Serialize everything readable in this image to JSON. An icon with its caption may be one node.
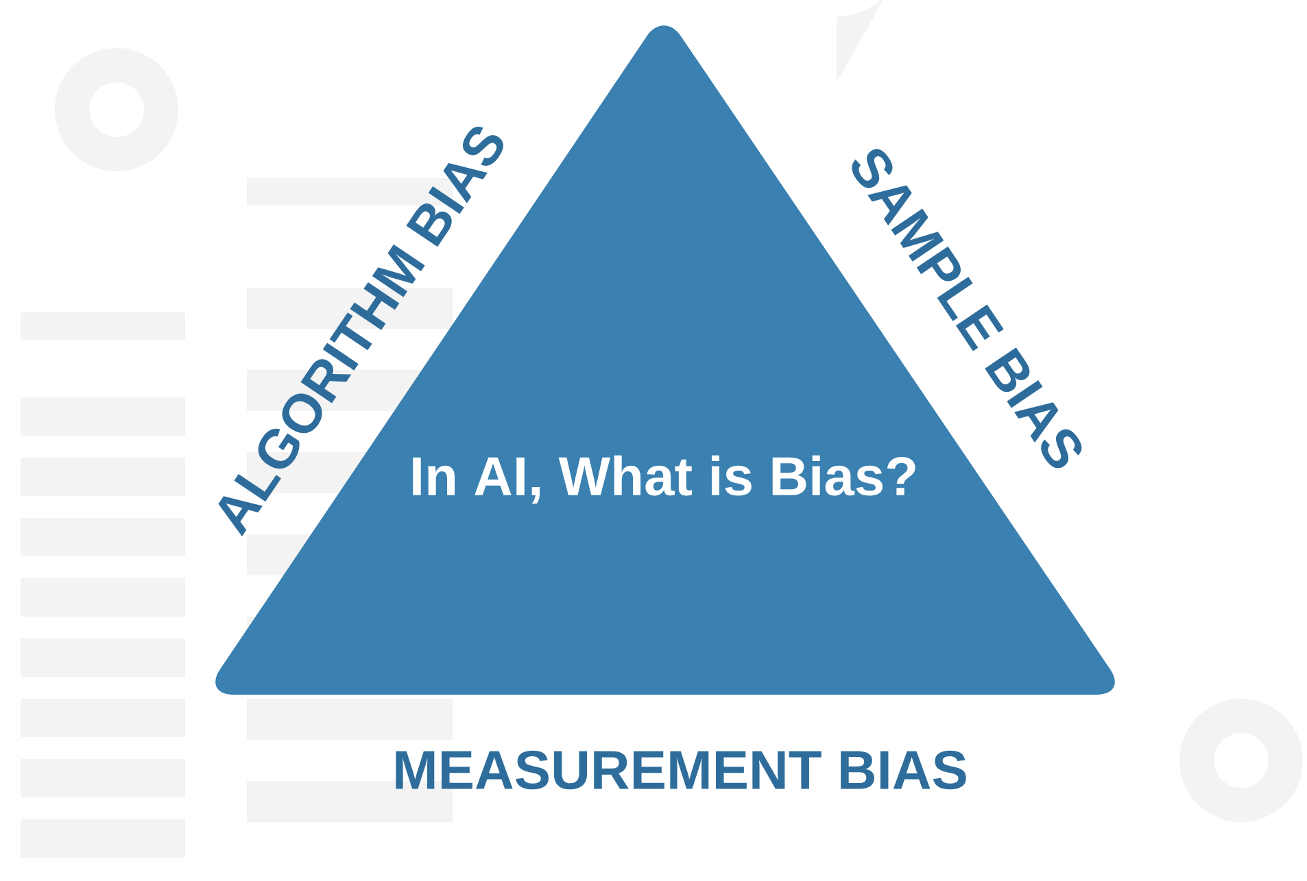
{
  "diagram": {
    "nodes": [
      {
        "text": [
          "In AI, What is Bias?"
        ],
        "beside": [
          "ALGORITHM BIAS",
          "SAMPLE BIAS",
          "MEASUREMENT BIAS"
        ]
      }
    ]
  }
}
